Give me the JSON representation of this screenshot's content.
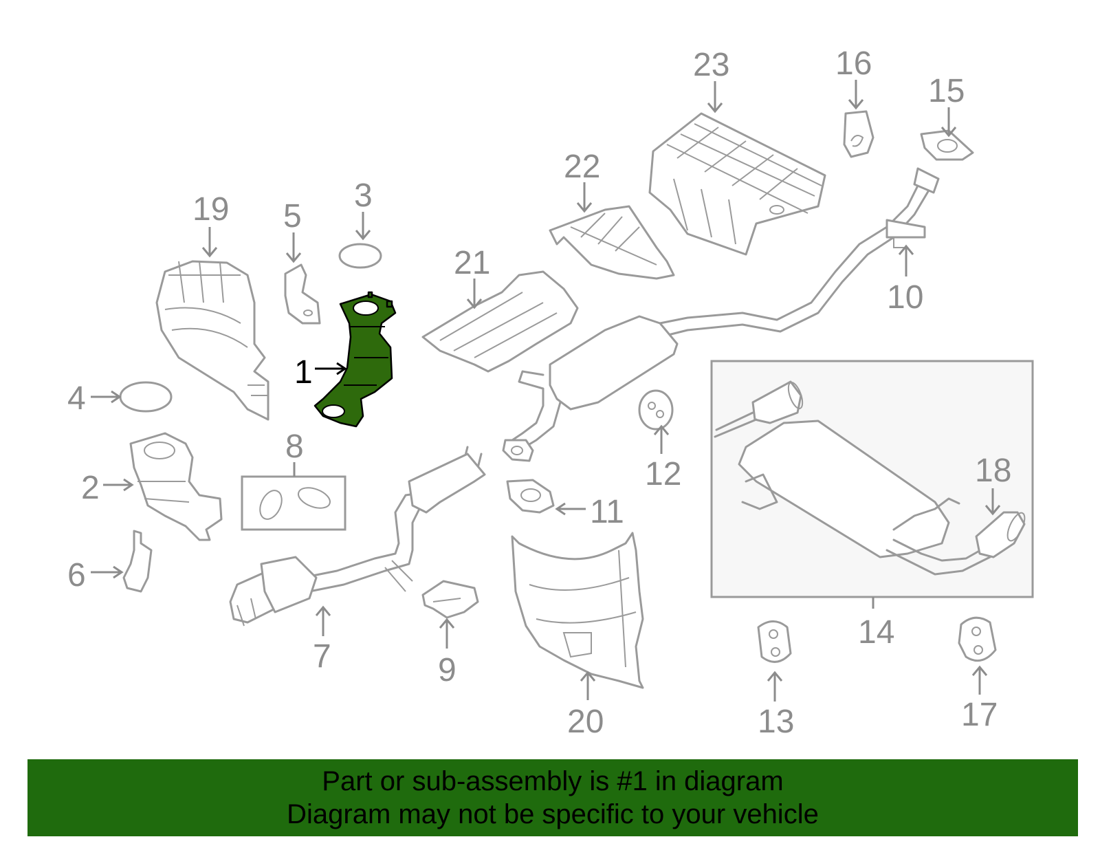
{
  "callouts": {
    "c1": "1",
    "c2": "2",
    "c3": "3",
    "c4": "4",
    "c5": "5",
    "c6": "6",
    "c7": "7",
    "c8": "8",
    "c9": "9",
    "c10": "10",
    "c11": "11",
    "c12": "12",
    "c13": "13",
    "c14": "14",
    "c15": "15",
    "c16": "16",
    "c17": "17",
    "c18": "18",
    "c19": "19",
    "c20": "20",
    "c21": "21",
    "c22": "22",
    "c23": "23"
  },
  "highlighted_part": "1",
  "colors": {
    "highlight": "#2e6a0c",
    "banner": "#1f6b0d",
    "parts": "#9a9a9a"
  },
  "banner": {
    "line1": "Part or sub-assembly is #1 in diagram",
    "line2": "Diagram may not be specific to your vehicle"
  }
}
